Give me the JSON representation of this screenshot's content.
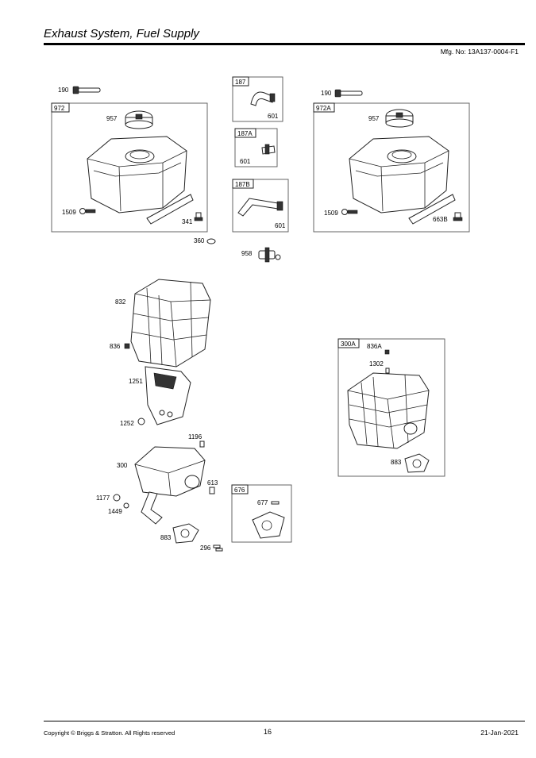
{
  "header": {
    "title": "Exhaust System, Fuel Supply",
    "mfg": "Mfg. No: 13A137-0004-F1"
  },
  "boxes": {
    "b972": "972",
    "b972a": "972A",
    "b187": "187",
    "b187a": "187A",
    "b187b": "187B",
    "b300a": "300A",
    "b676": "676"
  },
  "callouts": {
    "c190_left": "190",
    "c957_left": "957",
    "c1509_left": "1509",
    "c341": "341",
    "c360": "360",
    "c601_187": "601",
    "c601_187a": "601",
    "c601_187b": "601",
    "c958": "958",
    "c190_right": "190",
    "c957_right": "957",
    "c1509_right": "1509",
    "c663b": "663B",
    "c832": "832",
    "c836": "836",
    "c1251": "1251",
    "c1252": "1252",
    "c1196": "1196",
    "c300": "300",
    "c613": "613",
    "c1177": "1177",
    "c1449": "1449",
    "c883_left": "883",
    "c296": "296",
    "c677": "677",
    "c836a": "836A",
    "c1302": "1302",
    "c883_right": "883"
  },
  "footer": {
    "copyright": "Copyright © Briggs & Stratton. All Rights reserved",
    "page": "16",
    "date": "21-Jan-2021"
  }
}
